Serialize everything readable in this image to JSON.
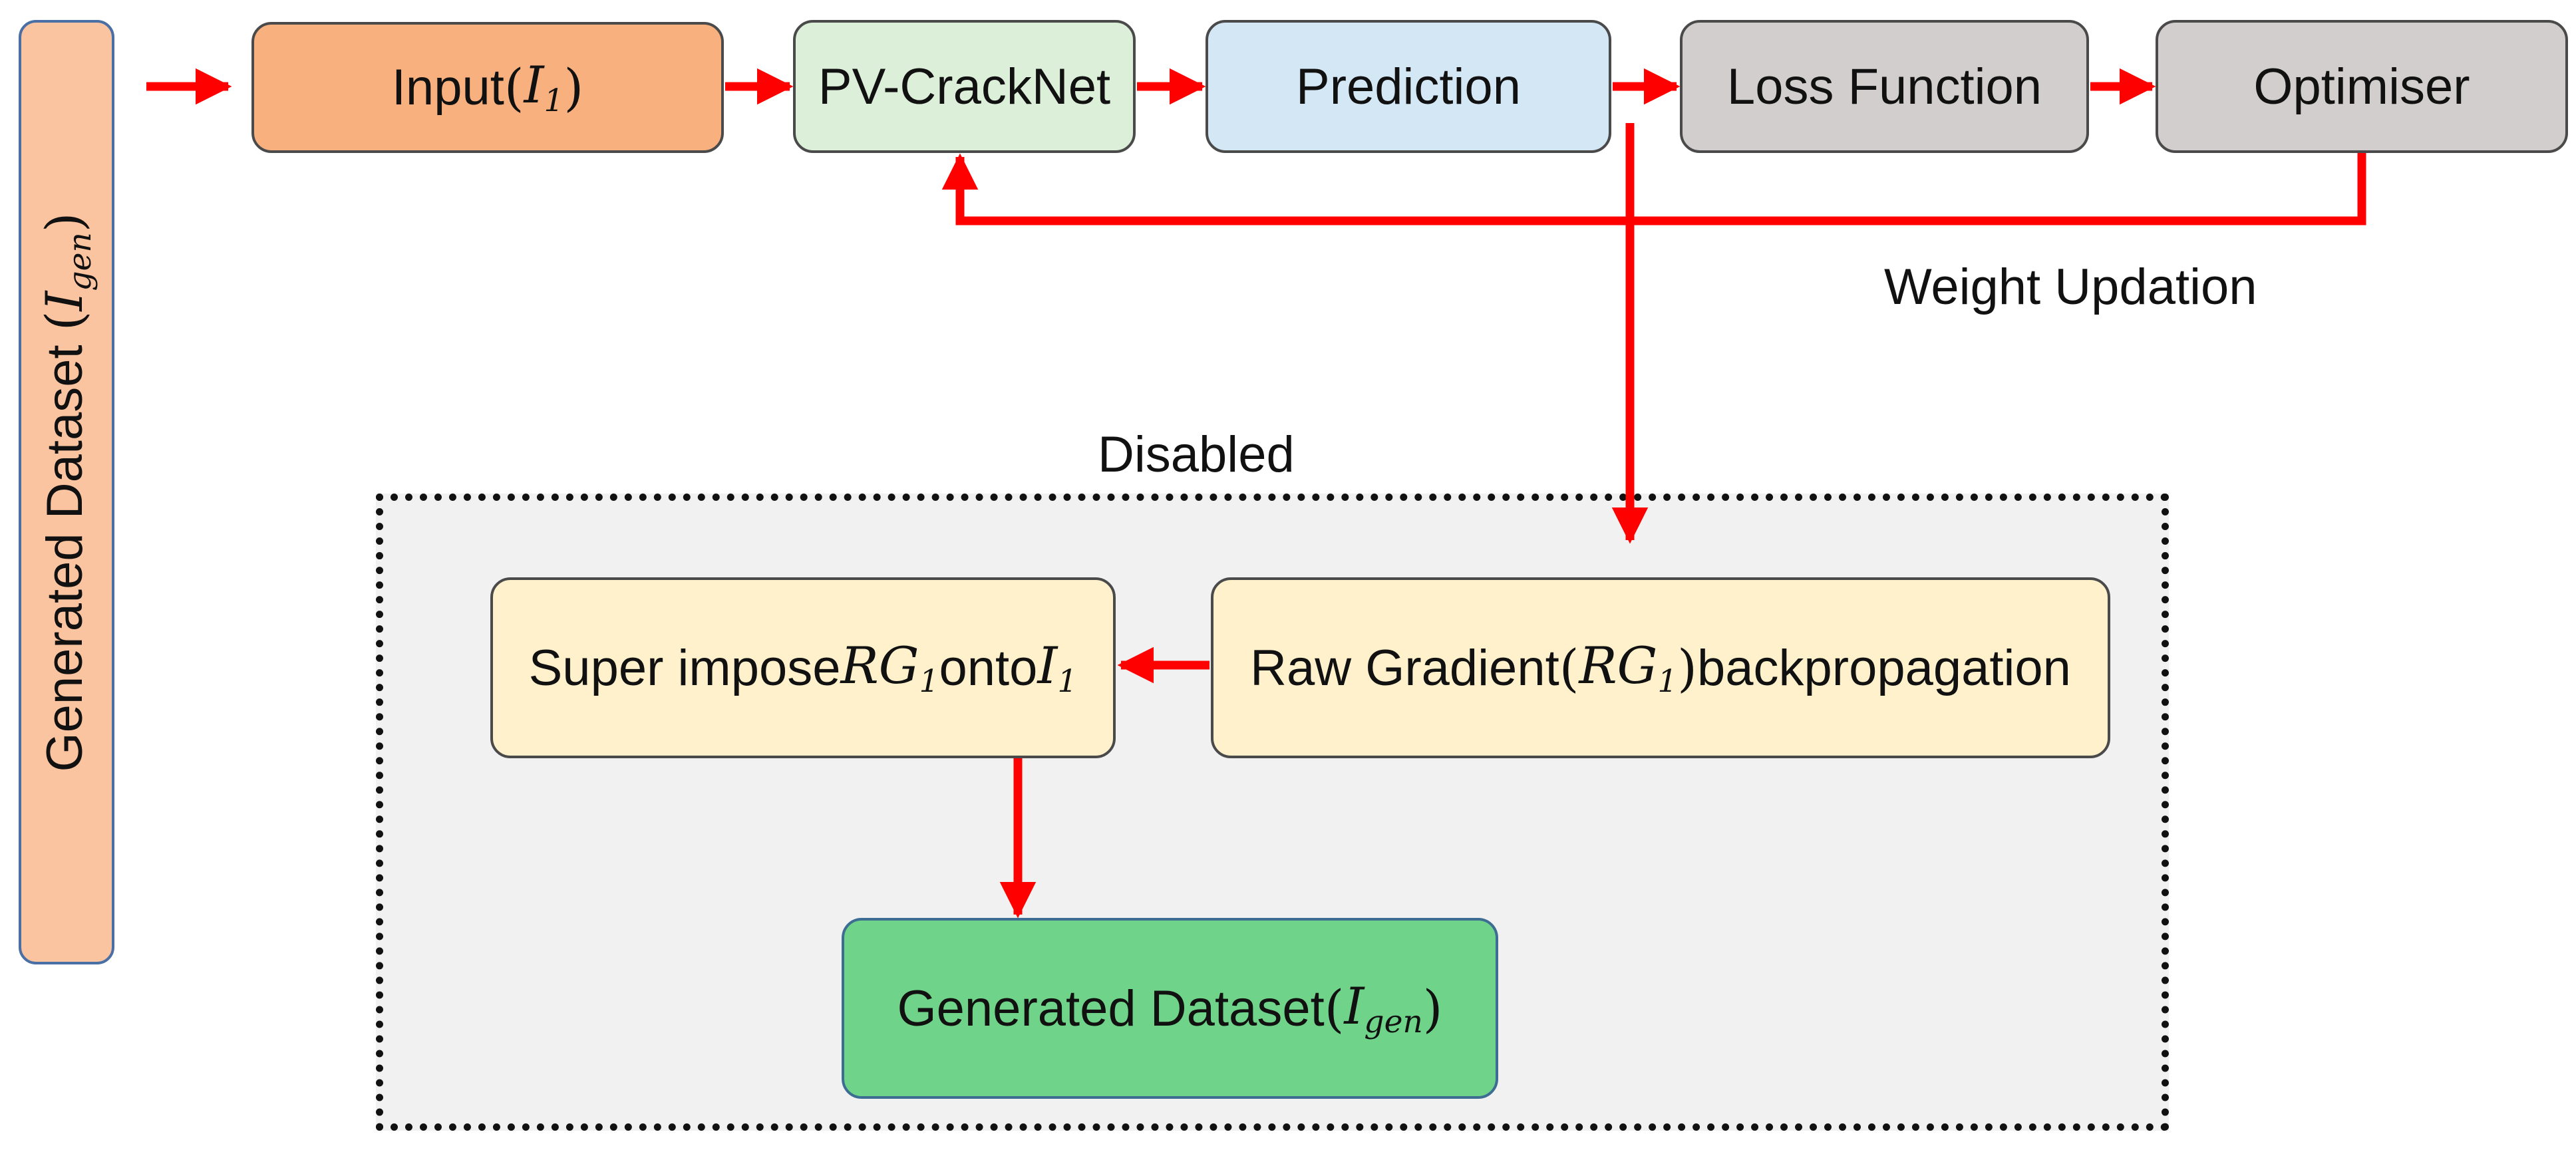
{
  "side_label": {
    "text": "Generated Dataset ",
    "math_base": "I",
    "math_sub": "gen"
  },
  "pipeline": {
    "input": {
      "text": "Input ",
      "math_base": "I",
      "math_sub": "1"
    },
    "network": "PV-CrackNet",
    "prediction": "Prediction",
    "loss": "Loss Function",
    "optimiser": "Optimiser"
  },
  "weight_update_label": "Weight Updation",
  "disabled_label": "Disabled",
  "disabled_block": {
    "raw_gradient": {
      "pre": "Raw Gradient ",
      "math_base": "RG",
      "math_sub": "1",
      "post": " backpropagation"
    },
    "superimpose": {
      "pre": "Super impose ",
      "math1_base": "RG",
      "math1_sub": "1",
      "mid": " onto ",
      "math2_base": "I",
      "math2_sub": "1"
    },
    "generated": {
      "text": "Generated Dataset ",
      "math_base": "I",
      "math_sub": "gen"
    }
  },
  "colors": {
    "arrow": "#ff0000",
    "input": "#f8b07e",
    "network": "#dcefd9",
    "prediction": "#d4e7f5",
    "loss": "#d2cece",
    "optimiser": "#d2cece",
    "gradient": "#fff1cc",
    "superimpose": "#fff1cc",
    "generated": "#6fd489",
    "side_bar": "#fbc4a0",
    "disabled_bg": "#f1f1f1"
  }
}
